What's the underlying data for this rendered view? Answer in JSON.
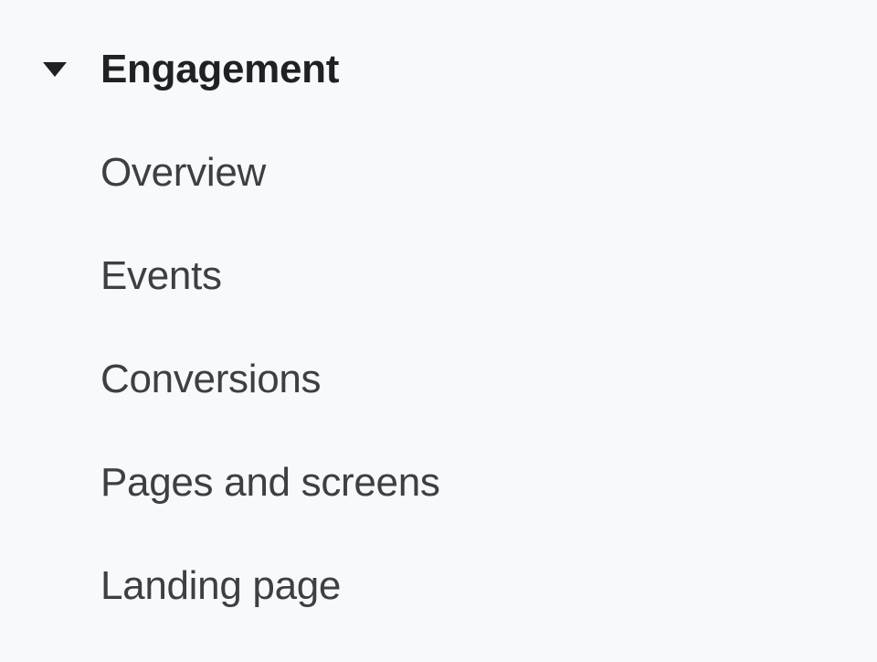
{
  "colors": {
    "background": "#f8f9fa",
    "header_text": "#202124",
    "item_text": "#3c4043",
    "icon": "#202124"
  },
  "nav": {
    "section": {
      "label": "Engagement",
      "expanded": true,
      "icon": "triangle-down-icon"
    },
    "items": [
      {
        "label": "Overview"
      },
      {
        "label": "Events"
      },
      {
        "label": "Conversions"
      },
      {
        "label": "Pages and screens"
      },
      {
        "label": "Landing page"
      }
    ]
  }
}
